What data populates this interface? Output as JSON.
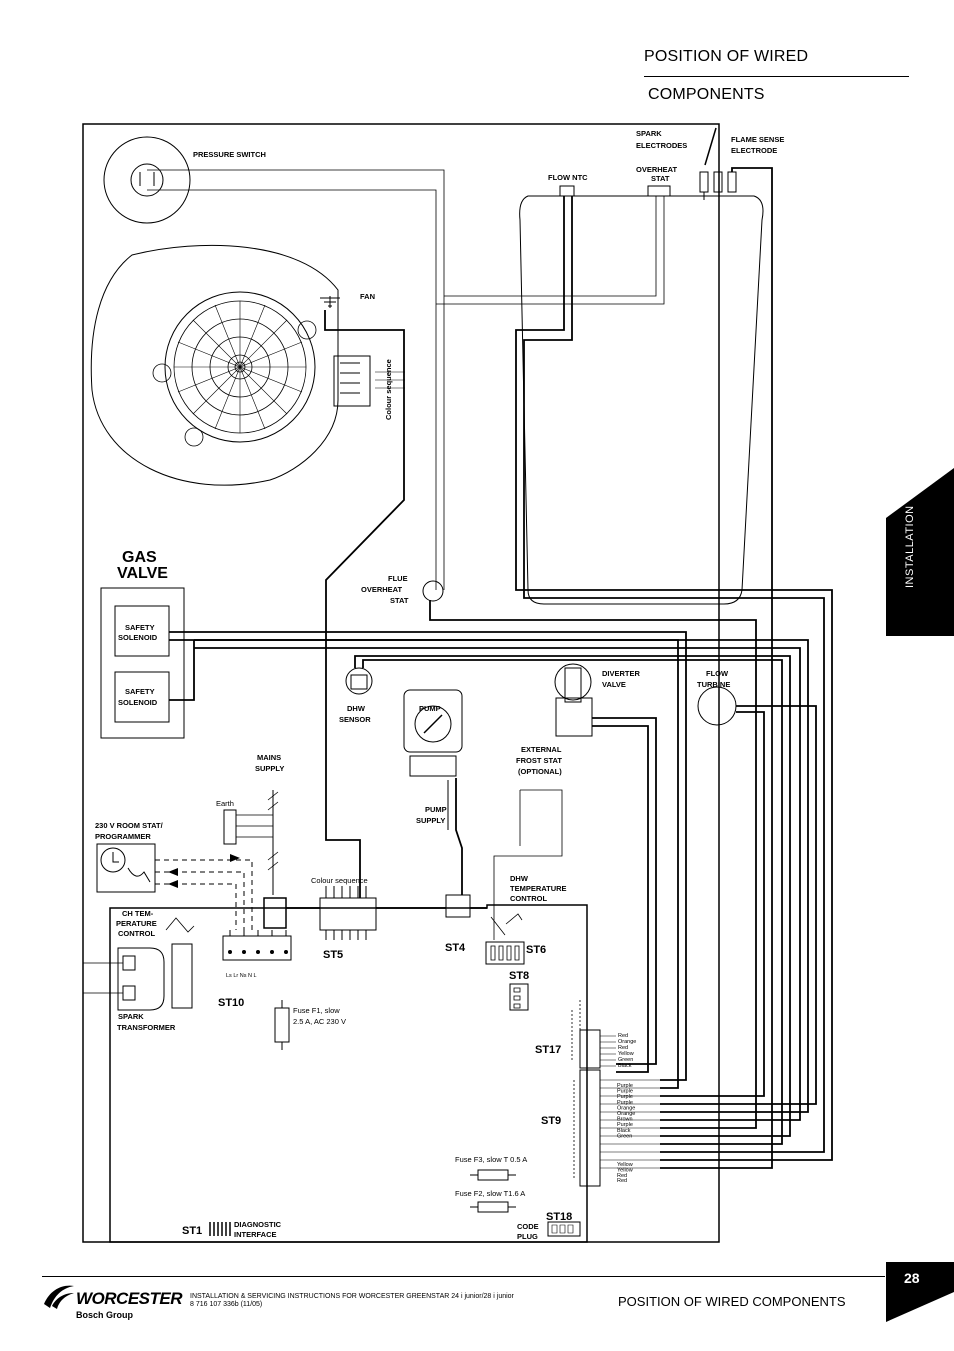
{
  "header": {
    "title_line1": "POSITION OF WIRED",
    "title_line2": "COMPONENTS"
  },
  "side_tab": {
    "label": "INSTALLATION"
  },
  "diagram": {
    "pressure_switch": "PRESSURE SWITCH",
    "spark_electrodes_1": "SPARK",
    "spark_electrodes_2": "ELECTRODES",
    "flame_sense_1": "FLAME SENSE",
    "flame_sense_2": "ELECTRODE",
    "flow_ntc": "FLOW NTC",
    "overheat_stat_1": "OVERHEAT",
    "overheat_stat_2": "STAT",
    "fan": "FAN",
    "colour_sequence_vertical": "Colour sequence",
    "gas_valve_1": "GAS",
    "gas_valve_2": "VALVE",
    "safety_solenoid_1a": "SAFETY",
    "safety_solenoid_1b": "SOLENOID",
    "safety_solenoid_2a": "SAFETY",
    "safety_solenoid_2b": "SOLENOID",
    "flue_overheat_1": "FLUE",
    "flue_overheat_2": "OVERHEAT",
    "flue_overheat_3": "STAT",
    "dhw_sensor_1": "DHW",
    "dhw_sensor_2": "SENSOR",
    "pump": "PUMP",
    "diverter_valve_1": "DIVERTER",
    "diverter_valve_2": "VALVE",
    "flow_turbine_1": "FLOW",
    "flow_turbine_2": "TURBINE",
    "mains_supply_1": "MAINS",
    "mains_supply_2": "SUPPLY",
    "external_frost_1": "EXTERNAL",
    "external_frost_2": "FROST STAT",
    "external_frost_3": "(OPTIONAL)",
    "earth": "Earth",
    "room_stat_1": "230 V ROOM STAT/",
    "room_stat_2": "PROGRAMMER",
    "pump_supply_1": "PUMP",
    "pump_supply_2": "SUPPLY",
    "colour_sequence": "Colour sequence",
    "dhw_temp_1": "DHW",
    "dhw_temp_2": "TEMPERATURE",
    "dhw_temp_3": "CONTROL",
    "ch_temp_1": "CH TEM-",
    "ch_temp_2": "PERATURE",
    "ch_temp_3": "CONTROL",
    "st5": "ST5",
    "st4": "ST4",
    "st6": "ST6",
    "st8": "ST8",
    "st10": "ST10",
    "st17": "ST17",
    "st9": "ST9",
    "st18": "ST18",
    "st1": "ST1",
    "spark_transformer_1": "SPARK",
    "spark_transformer_2": "TRANSFORMER",
    "fuse_f1_1": "Fuse F1, slow",
    "fuse_f1_2": "2.5 A, AC 230 V",
    "fuse_f3": "Fuse F3, slow T 0.5 A",
    "fuse_f2": "Fuse F2, slow T1.6 A",
    "code_plug_1": "CODE",
    "code_plug_2": "PLUG",
    "diagnostic_1": "DIAGNOSTIC",
    "diagnostic_2": "INTERFACE",
    "terminal_labels": "Ls Lr Ns N  L",
    "st17_wires": [
      "Red",
      "Orange",
      "Red",
      "Yellow",
      "Green",
      "Black"
    ],
    "st9_wires": [
      "Purple",
      "Purple",
      "Purple",
      "Purple",
      "Orange",
      "Orange",
      "Brown",
      "Purple",
      "Black",
      "Green"
    ],
    "st9_lower_wires": [
      "Yellow",
      "Yellow",
      "Red",
      "Red"
    ]
  },
  "footer": {
    "brand": "WORCESTER",
    "brand_sub": "Bosch Group",
    "line1": "INSTALLATION & SERVICING INSTRUCTIONS FOR WORCESTER GREENSTAR 24 i junior/28 i junior",
    "line2": "8 716 107 336b (11/05)",
    "title": "POSITION OF WIRED COMPONENTS",
    "page": "28"
  }
}
